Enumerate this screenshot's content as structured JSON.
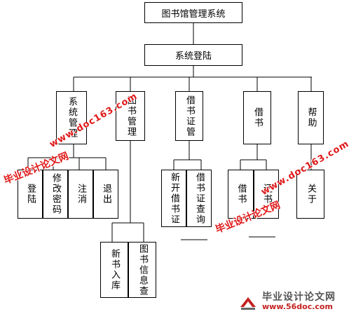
{
  "diagram": {
    "root": "图书馆管理系统",
    "level1": "系统登陆",
    "modules": [
      {
        "key": "system",
        "label": "系统管理"
      },
      {
        "key": "books",
        "label": "图书管理"
      },
      {
        "key": "card",
        "label": "借书证管"
      },
      {
        "key": "borrow",
        "label": "借书"
      },
      {
        "key": "help",
        "label": "帮助"
      }
    ],
    "system_children": [
      "登陆",
      "修改密码",
      "注消",
      "退出"
    ],
    "book_children": [
      "新书入库",
      "图书信息查"
    ],
    "card_children": [
      "新开借书证",
      "借书证查询"
    ],
    "borrow_children": [
      "借书",
      "还书"
    ],
    "help_children": [
      "关于"
    ]
  },
  "watermark": {
    "site_name": "毕业设计论文网",
    "site_url": "www.doc163.com",
    "footer_name": "毕业设计论文网",
    "footer_url": "www.56doc.com"
  },
  "colors": {
    "line": "#000000",
    "watermark": "#e01818"
  }
}
